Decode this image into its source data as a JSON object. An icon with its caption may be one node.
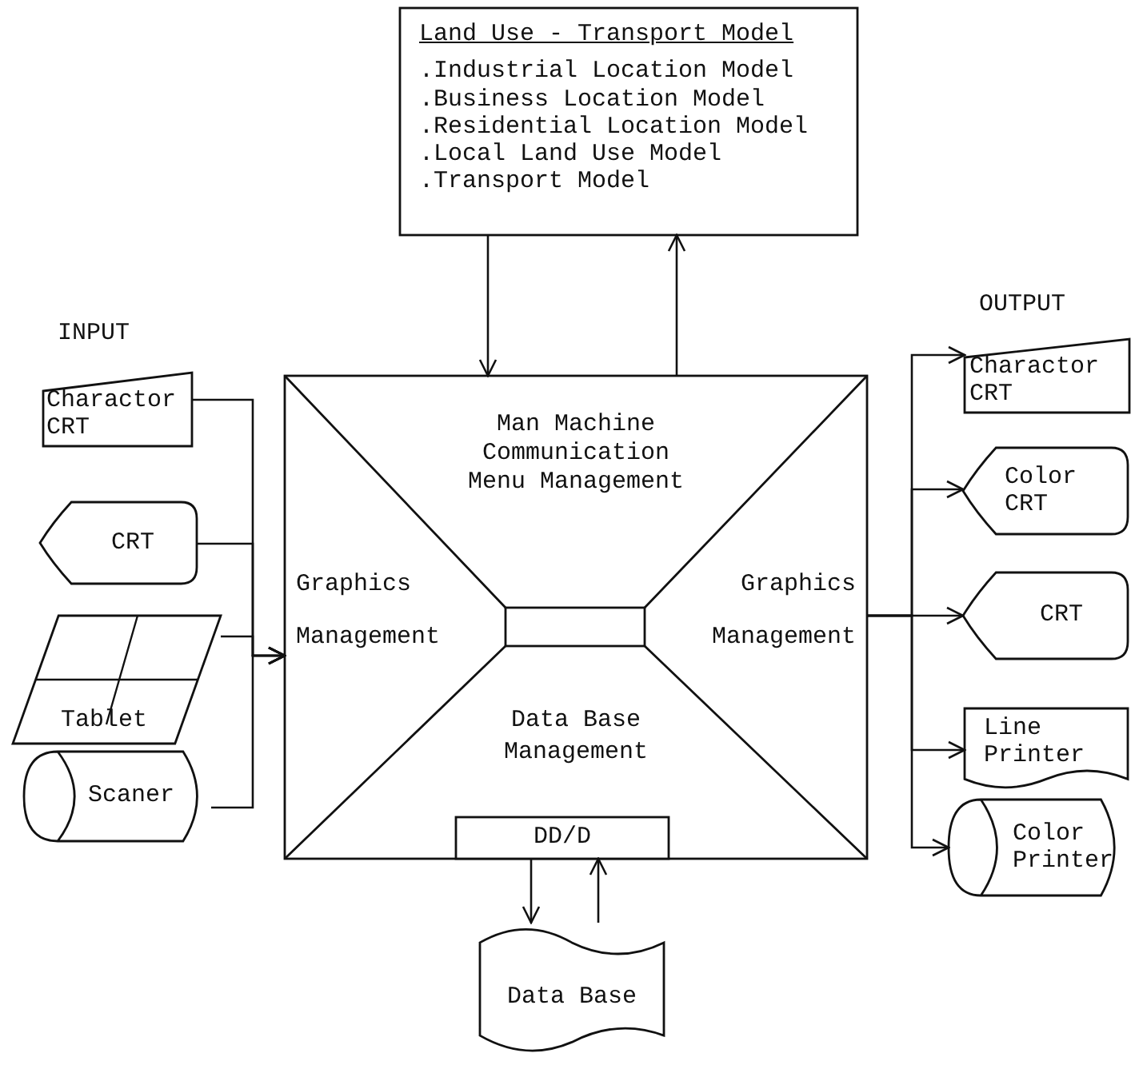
{
  "diagram": {
    "nodes": [
      {
        "text": [
          "Land Use - Transport Model",
          ".Industrial Location Model",
          ".Business Location Model",
          ".Residential Location Model",
          ".Local Land Use Model",
          ".Transport Model"
        ]
      },
      {
        "text": [
          "Man Machine Communication Menu Management",
          "Graphics Management",
          "Graphics Management",
          "Data Base Management"
        ]
      },
      {
        "text": [],
        "shape": "box",
        "in": 1
      },
      {
        "text": [
          "DD/D"
        ],
        "in": 1
      },
      {
        "text": [
          "Data Base"
        ]
      },
      {
        "text": [
          "Charactor CRT"
        ]
      },
      {
        "text": [
          "CRT"
        ]
      },
      {
        "text": [
          "Tablet"
        ]
      },
      {
        "text": [
          "Scaner"
        ]
      },
      {
        "text": [
          "Charactor CRT"
        ]
      },
      {
        "text": [
          "Color CRT"
        ]
      },
      {
        "text": [
          "CRT"
        ]
      },
      {
        "text": [
          "Line Printer"
        ]
      },
      {
        "text": [
          "Color Printer"
        ]
      }
    ],
    "edges": [
      {
        "from": 1,
        "to": 0,
        "arrow": "to"
      },
      {
        "from": 0,
        "to": 1,
        "arrow": "to"
      },
      {
        "from": 3,
        "to": 4,
        "arrow": "to"
      },
      {
        "from": 4,
        "to": 3,
        "arrow": "to"
      },
      {
        "from": 5,
        "to": 1,
        "arrow": "to"
      },
      {
        "from": 6,
        "to": 1,
        "arrow": "to"
      },
      {
        "from": 7,
        "to": 1,
        "arrow": "to"
      },
      {
        "from": 8,
        "to": 1,
        "arrow": "to"
      },
      {
        "from": 1,
        "to": 9,
        "arrow": "to"
      },
      {
        "from": 1,
        "to": 10,
        "arrow": "to"
      },
      {
        "from": 1,
        "to": 11,
        "arrow": "to"
      },
      {
        "from": 1,
        "to": 12,
        "arrow": "to"
      },
      {
        "from": 1,
        "to": 13,
        "arrow": "to"
      }
    ],
    "labels": [
      "INPUT",
      "OUTPUT"
    ]
  }
}
